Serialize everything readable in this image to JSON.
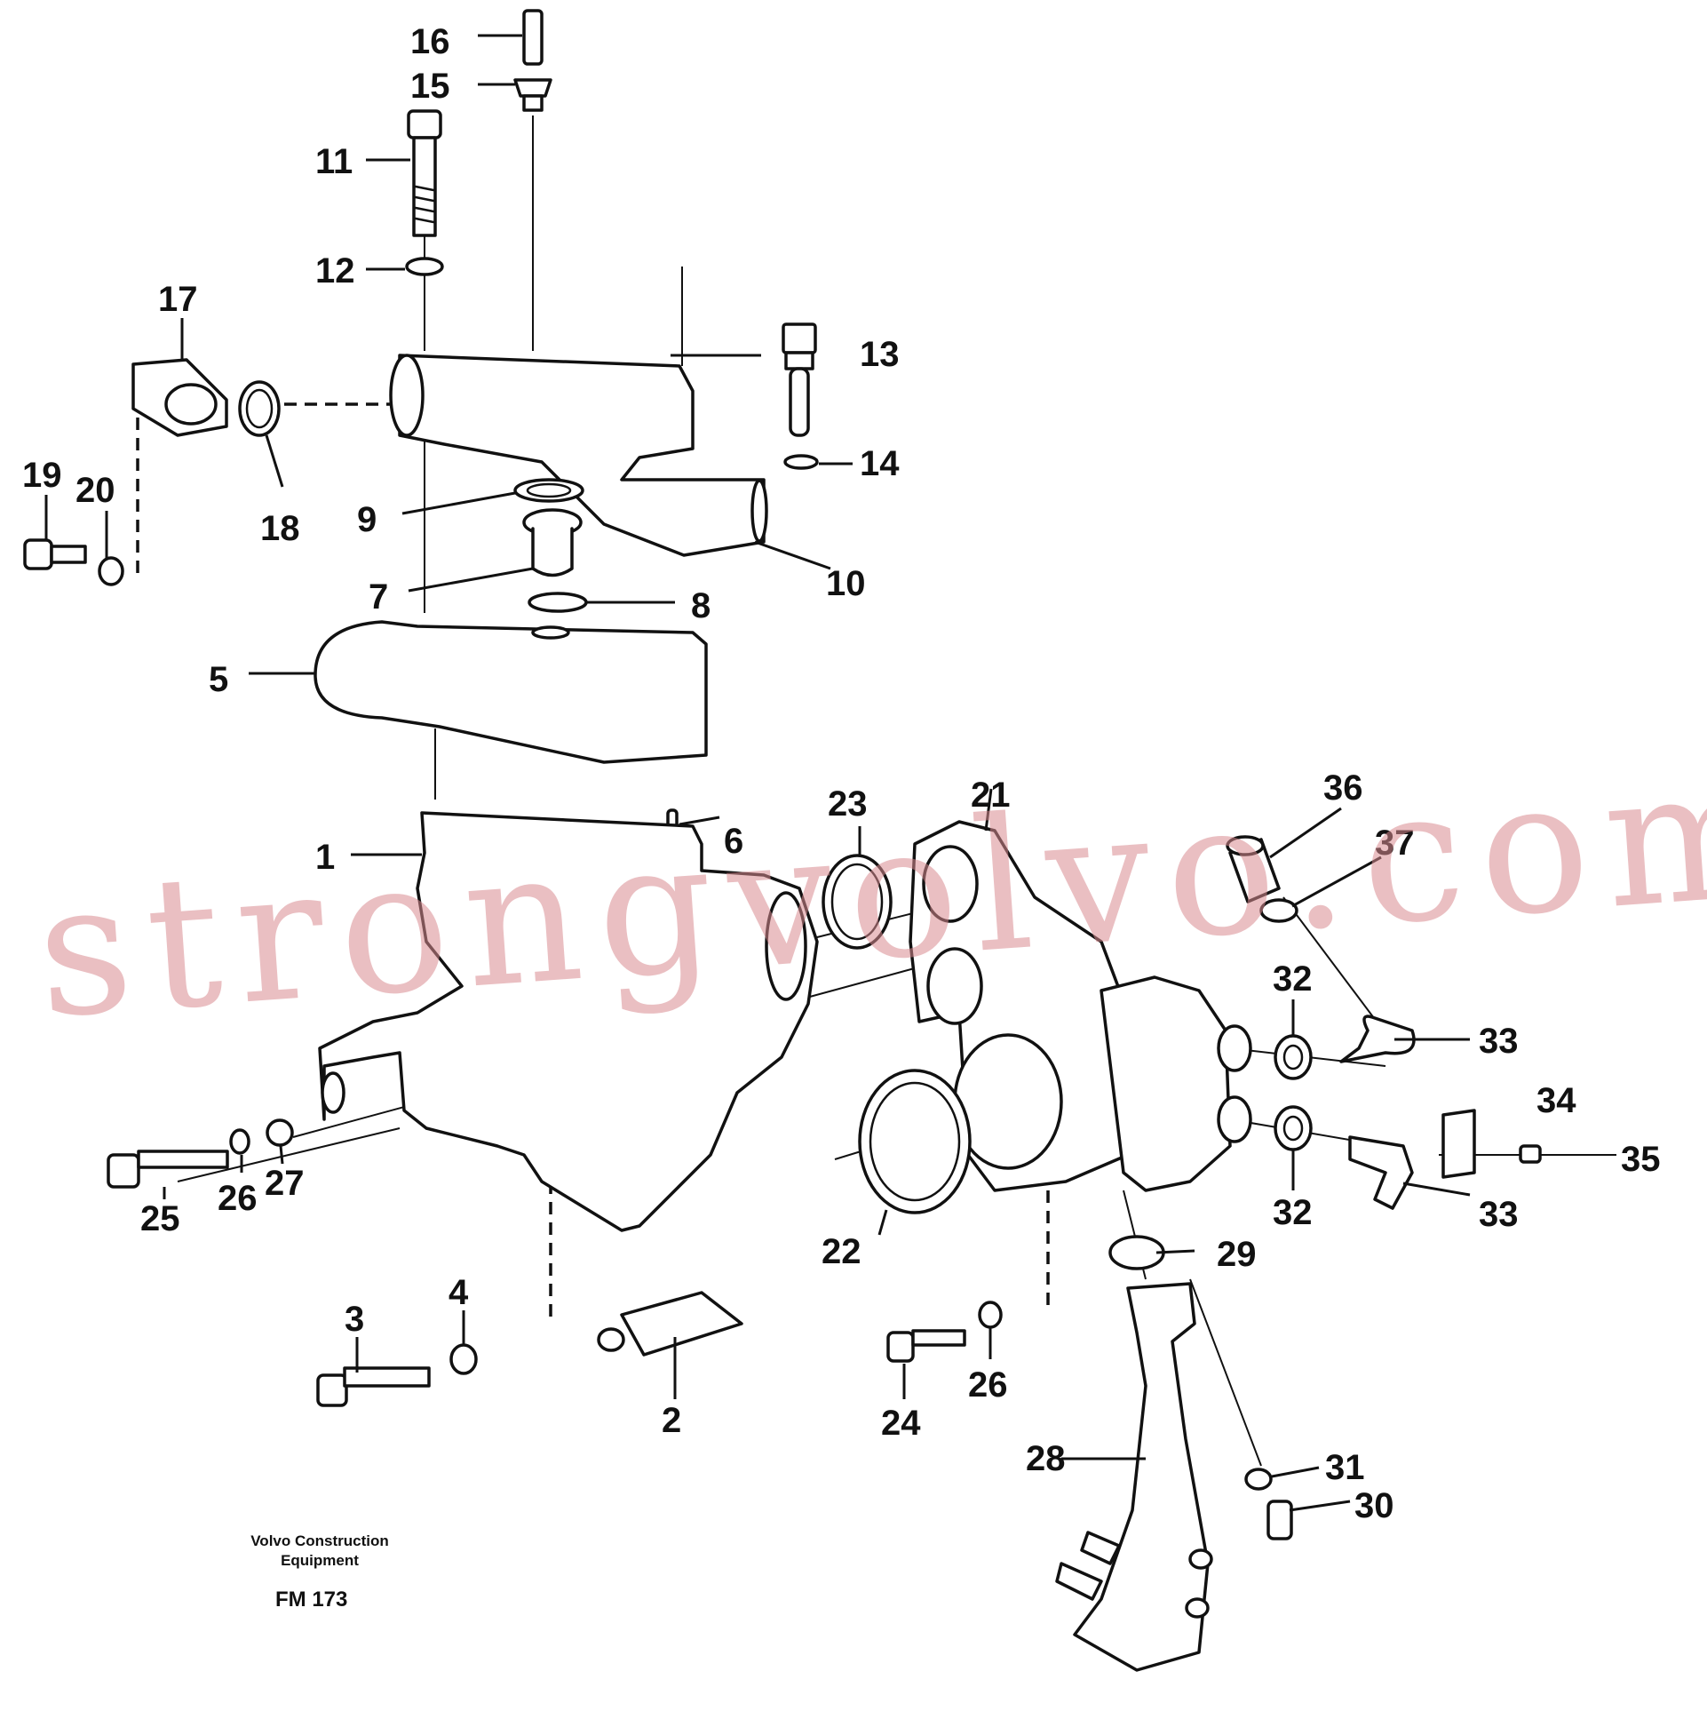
{
  "watermark": "strongvolvo.com",
  "footer": {
    "company_line1": "Volvo Construction",
    "company_line2": "Equipment",
    "figure_code": "FM 173"
  },
  "labels": {
    "p1": "1",
    "p2": "2",
    "p3": "3",
    "p4": "4",
    "p5": "5",
    "p6": "6",
    "p7": "7",
    "p8": "8",
    "p9": "9",
    "p10": "10",
    "p11": "11",
    "p12": "12",
    "p13": "13",
    "p14": "14",
    "p15": "15",
    "p16": "16",
    "p17": "17",
    "p18": "18",
    "p19": "19",
    "p20": "20",
    "p21": "21",
    "p22": "22",
    "p23": "23",
    "p24": "24",
    "p25": "25",
    "p26a": "26",
    "p26b": "26",
    "p27": "27",
    "p28": "28",
    "p29": "29",
    "p30": "30",
    "p31": "31",
    "p32a": "32",
    "p32b": "32",
    "p33a": "33",
    "p33b": "33",
    "p34": "34",
    "p35": "35",
    "p36": "36",
    "p37": "37"
  }
}
